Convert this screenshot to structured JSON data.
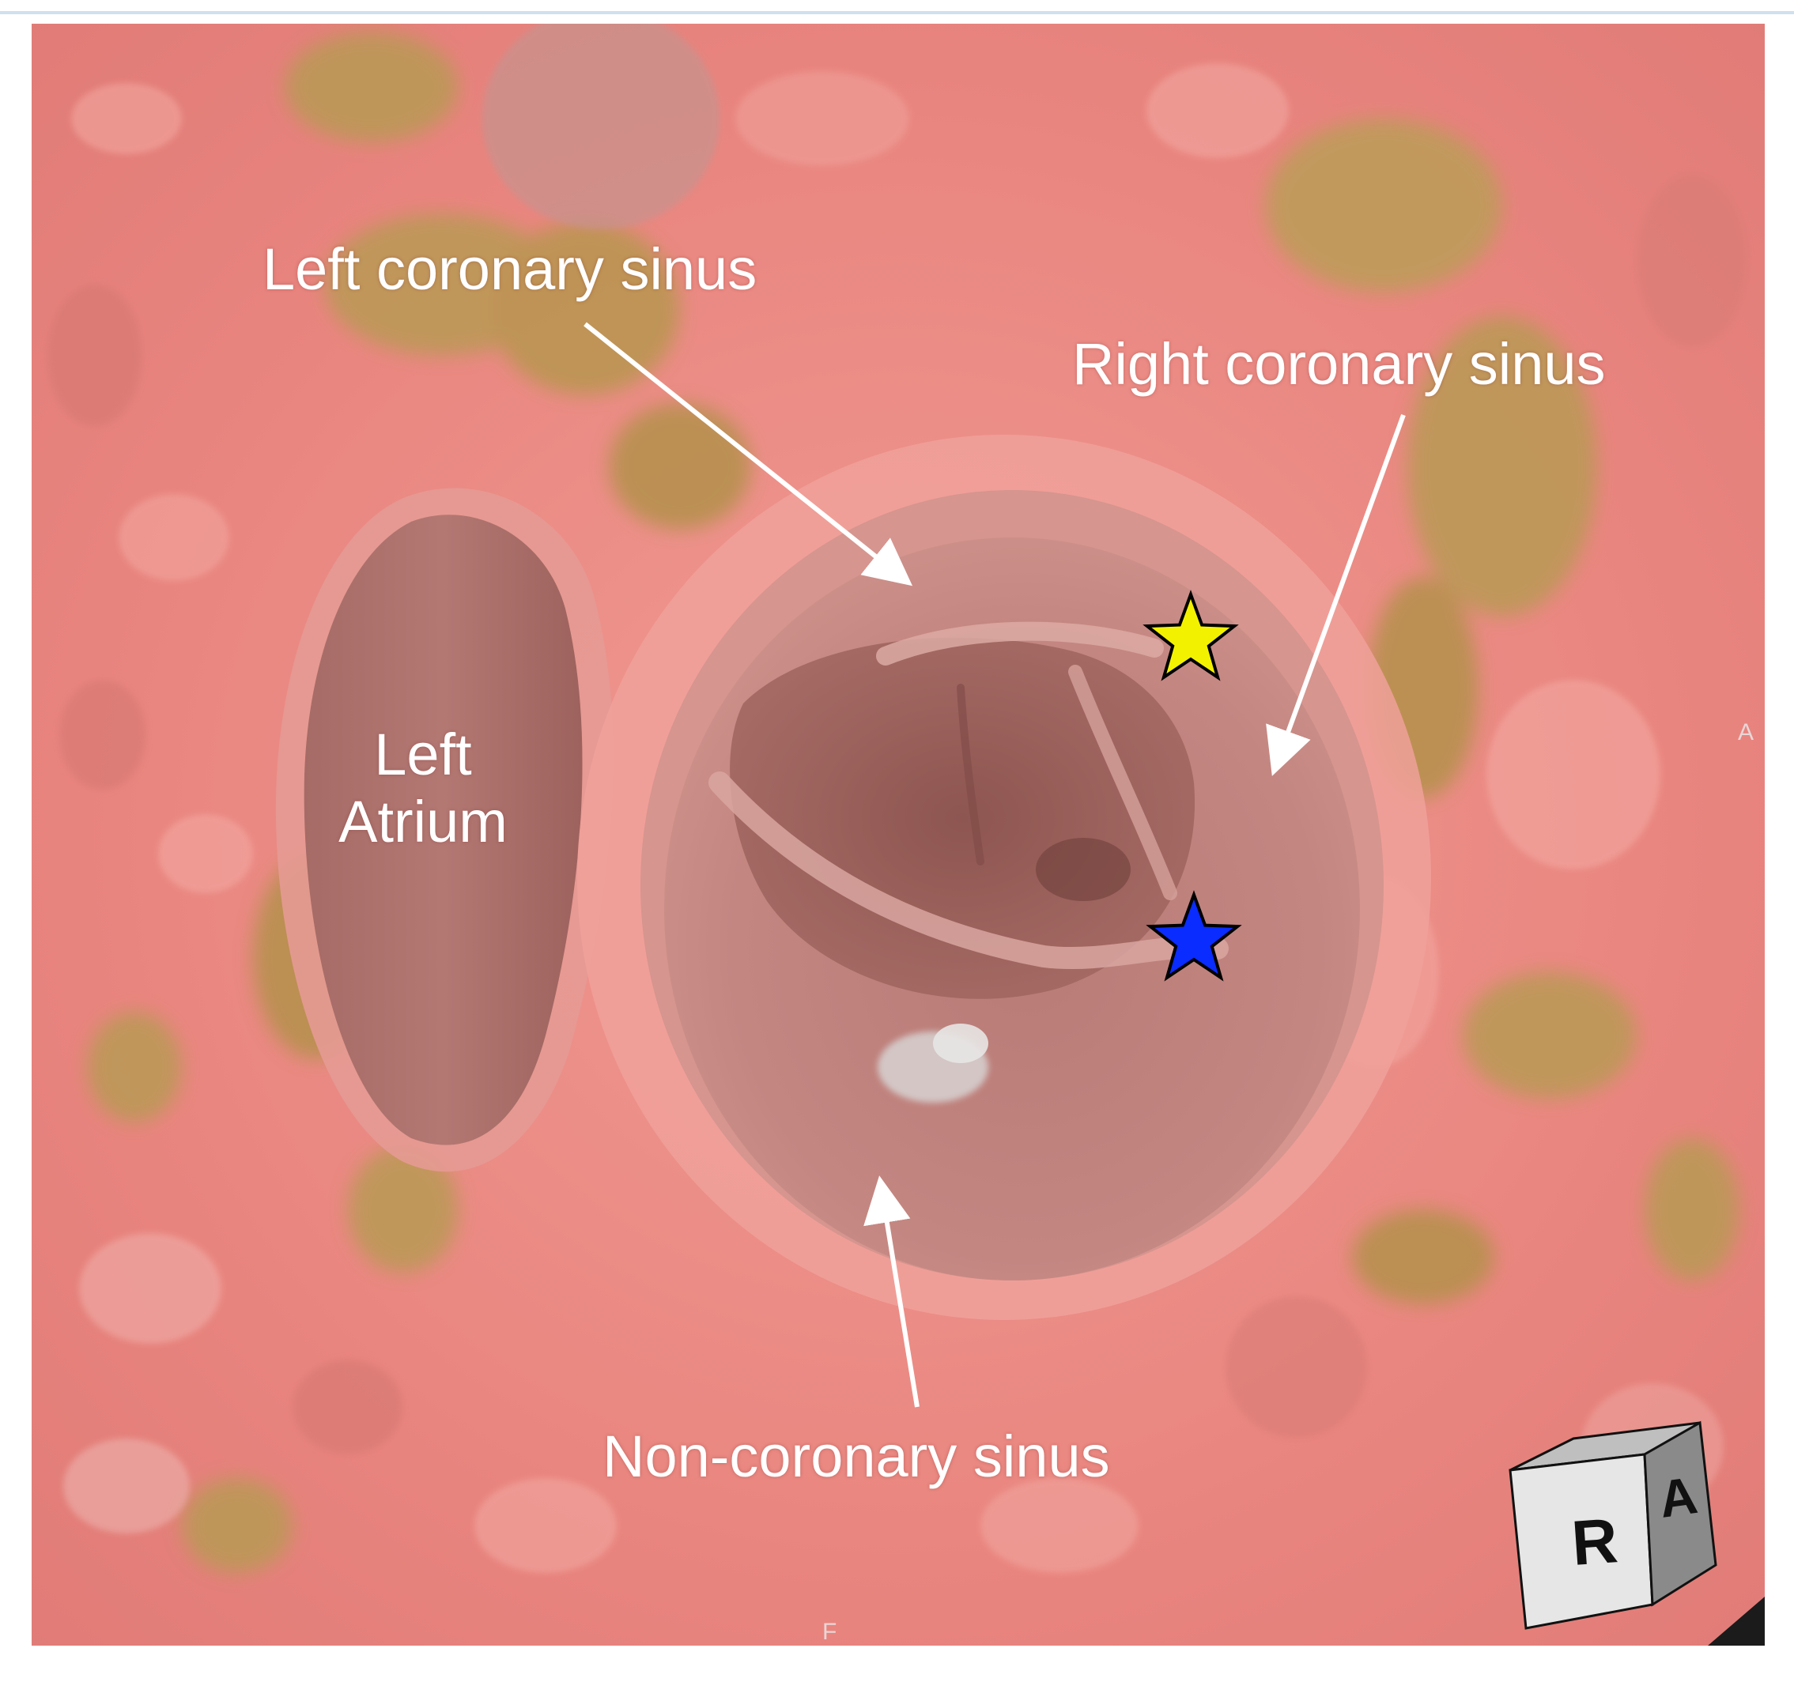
{
  "annotations": {
    "left_coronary_sinus": "Left coronary sinus",
    "right_coronary_sinus": "Right coronary sinus",
    "non_coronary_sinus": "Non-coronary sinus",
    "left_atrium_line1": "Left",
    "left_atrium_line2": "Atrium"
  },
  "markers": {
    "yellow_star_color": "#f2f200",
    "blue_star_color": "#0a2cff"
  },
  "orientation": {
    "cube_front": "R",
    "cube_side": "A",
    "edge_right": "A",
    "edge_bottom": "F"
  },
  "colors": {
    "tissue": "#e98a86",
    "lumen": "#b9706b",
    "fat": "#b99a55"
  }
}
